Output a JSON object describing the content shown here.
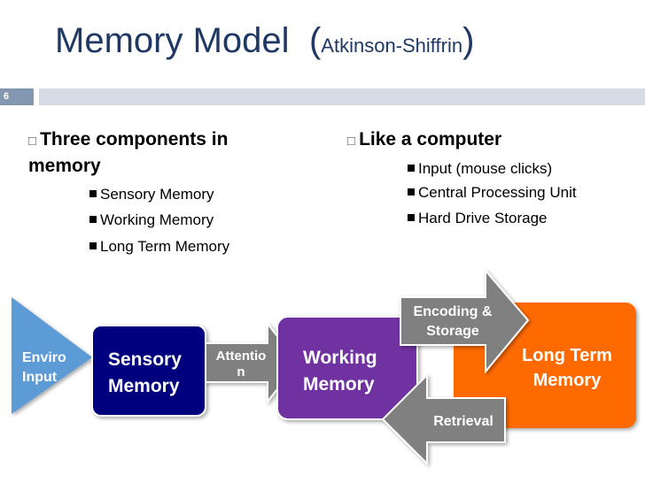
{
  "slide": {
    "title_main": "Memory Model",
    "title_paren_open": "(",
    "title_sub": "Atkinson-Shiffrin",
    "title_paren_close": ")",
    "slide_number": "6"
  },
  "left_column": {
    "heading_line1": "Three components in",
    "heading_line2": "memory",
    "items": [
      "Sensory Memory",
      "Working Memory",
      "Long Term Memory"
    ]
  },
  "right_column": {
    "heading": "Like a computer",
    "items": [
      "Input (mouse clicks)",
      "Central Processing Unit",
      "Hard Drive Storage"
    ]
  },
  "diagram": {
    "enviro_input_line1": "Enviro",
    "enviro_input_line2": "Input",
    "sensory_line1": "Sensory",
    "sensory_line2": "Memory",
    "attention_line1": "Attentio",
    "attention_line2": "n",
    "working_line1": "Working",
    "working_line2": "Memory",
    "encoding_line1": "Encoding &",
    "encoding_line2": "Storage",
    "long_term_line1": "Long Term",
    "long_term_line2": "Memory",
    "retrieval": "Retrieval",
    "colors": {
      "enviro": "#5b9bd5",
      "sensory": "#00007f",
      "working": "#7030a0",
      "long_term": "#ff6a00",
      "arrow": "#808080",
      "title": "#1f3864"
    }
  }
}
